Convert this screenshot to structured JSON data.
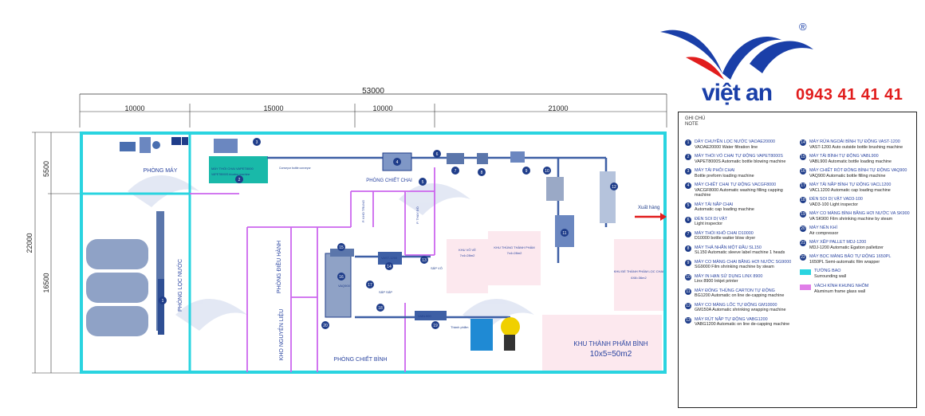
{
  "brand": {
    "name": "việt an",
    "phone": "0943 41 41 41",
    "registered_mark": "®",
    "colors": {
      "blue": "#1a3fa8",
      "red": "#e11d1d",
      "cyan": "#2ad4e0",
      "violet": "#cc66ee"
    }
  },
  "dimensions": {
    "total_width": "53000",
    "segments": [
      "10000",
      "15000",
      "10000",
      "21000"
    ],
    "total_height": "22000",
    "height_segments": [
      "5500",
      "16500"
    ]
  },
  "rooms": {
    "phong_may": "PHÒNG MÁY",
    "phong_loc_nuoc": "PHÒNG LỌC NƯỚC",
    "phong_dieu_hanh": "PHÒNG ĐIỀU HÀNH",
    "kho_nguyen_lieu": "KHO NGUYÊN LIỆU",
    "phong_chiet_chai": "PHÒNG CHIẾT CHAI",
    "phong_chiet_binh": "PHÒNG CHIẾT BÌNH",
    "khu_thanh_pham_binh": "KHU THÀNH PHẨM BÌNH",
    "khu_thanh_pham_area": "10x5=50m2",
    "khu_vo_ve": "KHU VỎ VỀ",
    "khu_vo_ve_area": "7x4=28m2",
    "khu_thung": "KHU THÙNG THÀNH PHẨM",
    "khu_thung_area": "7x4=28m2",
    "khu_de_thanh_pham": "KHU ĐỂ THÀNH PHẨM LỌC CHAI",
    "khu_de_thanh_pham_area": "6X8=36m2",
    "xuat_hang": "Xuất hàng",
    "kho_trung": "P. KHO TRUNG",
    "p_thay_do": "P. THAY ĐỒ"
  },
  "machine_labels": {
    "m2": "MÁY THỔI CHAI VAPET8000",
    "m2_en": "VAPET8000S blowing machine",
    "m3_en": "Conveyor bottle conveyor",
    "vast": "VAST-1200",
    "vaq": "VAQ900",
    "vabl": "VABL900",
    "sap_vo": "SẮP VỎ",
    "sap_sap": "SẮP SẮP",
    "thanh_pham": "Thành phẩm"
  },
  "legend": {
    "header_vi": "GHI CHÚ",
    "header_en": "NOTE",
    "left_items": [
      {
        "n": "1",
        "vi": "DÂY CHUYỀN LỌC NƯỚC VAOAE20000",
        "en": "VAOAE20000 Water filtration line"
      },
      {
        "n": "2",
        "vi": "MÁY THỔI VỎ CHAI TỰ ĐỘNG VAPET8000S",
        "en": "VAPET8000S Automatic bottle blowing machine"
      },
      {
        "n": "3",
        "vi": "MÁY TẢI PHÔI CHAI",
        "en": "Bottle preform loading machine"
      },
      {
        "n": "4",
        "vi": "MÁY CHIẾT CHAI TỰ ĐỘNG VACGF8000",
        "en": "VACGF8000 Automatic washing filling capping machine"
      },
      {
        "n": "5",
        "vi": "MÁY TẢI NẮP CHAI",
        "en": "Automatic cap loading machine"
      },
      {
        "n": "6",
        "vi": "ĐÈN SOI DỊ VẬT",
        "en": "Light inspector"
      },
      {
        "n": "7",
        "vi": "MÁY THỔI KHÔ CHAI D10000",
        "en": "D10000 bottle watter blow dryer"
      },
      {
        "n": "8",
        "vi": "MÁY THẢ NHÃN MỘT ĐẦU SL150",
        "en": "SL150 Automatic sleeve label machine 1 heads"
      },
      {
        "n": "9",
        "vi": "MÁY CO MÀNG CHAI BẰNG HƠI NƯỚC SG9000",
        "en": "SG9000 Film shrinking machine by steam"
      },
      {
        "n": "10",
        "vi": "MÁY IN HẠN SỬ DỤNG LINX 8900",
        "en": "Linx 8900 Inkjet printer"
      },
      {
        "n": "11",
        "vi": "MÁY ĐÓNG THÙNG CARTON TỰ ĐỘNG",
        "en": "BG1200 Automatic on line de-capping machine"
      },
      {
        "n": "12",
        "vi": "MÁY CO MÀNG LỐC TỰ ĐỘNG GM10000",
        "en": "GM150A Automatic shrinking wrapping machine"
      },
      {
        "n": "13",
        "vi": "MÁY RÚT NẮP TỰ ĐỘNG VABG1200",
        "en": "VABG1200 Automatic on line de-capping machine"
      }
    ],
    "right_items": [
      {
        "n": "14",
        "vi": "MÁY RỬA NGOÀI BÌNH TỰ ĐỘNG VAST-1200",
        "en": "VAST-1200 Auto outside bottle brushing machine"
      },
      {
        "n": "15",
        "vi": "MÁY TẢI BÌNH TỰ ĐỘNG VABL900",
        "en": "VABL900 Automatic bottle loading machine"
      },
      {
        "n": "16",
        "vi": "MÁY CHIẾT RÓT ĐÓNG BÌNH TỰ ĐỘNG VAQ900",
        "en": "VAQ900 Automatic bottle filling machine"
      },
      {
        "n": "17",
        "vi": "MÁY TẢI NẮP BÌNH TỰ ĐỘNG VACL1200",
        "en": "VACL1200 Automatic cap loading machine"
      },
      {
        "n": "18",
        "vi": "ĐÈN SOI DỊ VẬT VAD3-100",
        "en": "VAD3-100 Light inspector"
      },
      {
        "n": "19",
        "vi": "MÁY CO MÀNG BÌNH BẰNG HƠI NƯỚC VA SK900",
        "en": "VA SK900 Film shrinking machine by steam"
      },
      {
        "n": "20",
        "vi": "MÁY NÉN KHÍ",
        "en": "Air compressor"
      },
      {
        "n": "21",
        "vi": "MÁY XẾP PALLET MDJ-1200",
        "en": "MDJ-1200 Automatic Egation palletizer"
      },
      {
        "n": "22",
        "vi": "MÁY BỌC MÀNG BẢO TỰ ĐỘNG 1650PL",
        "en": "1650PL Semi-automatic film wrapper"
      }
    ],
    "keys": [
      {
        "vi": "TƯỜNG BAO",
        "en": "Surrounding wall",
        "color": "#2ad4e0"
      },
      {
        "vi": "VÁCH KÍNH KHUNG NHÔM",
        "en": "Aluminum frame glass wall",
        "color": "#e07ee8"
      }
    ]
  }
}
